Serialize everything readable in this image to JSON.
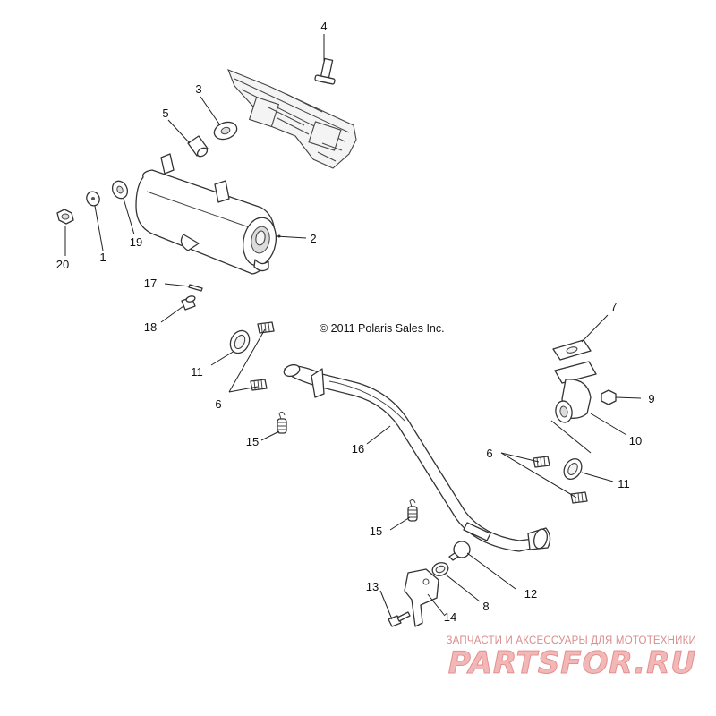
{
  "copyright": "© 2011 Polaris Sales Inc.",
  "watermark": {
    "tagline": "ЗАПЧАСТИ И АКСЕССУАРЫ ДЛЯ МОТОТЕХНИКИ",
    "brand": "PARTSFOR.RU",
    "color_light": "#f2b7b7",
    "color_dark": "#d98e8e"
  },
  "callouts": {
    "c4": "4",
    "c3": "3",
    "c5": "5",
    "c2": "2",
    "c19": "19",
    "c1": "1",
    "c20": "20",
    "c17": "17",
    "c18": "18",
    "c11a": "11",
    "c6a": "6",
    "c15a": "15",
    "c16": "16",
    "c7": "7",
    "c9": "9",
    "c10": "10",
    "c6b": "6",
    "c11b": "11",
    "c15b": "15",
    "c12": "12",
    "c8": "8",
    "c13": "13",
    "c14": "14"
  }
}
